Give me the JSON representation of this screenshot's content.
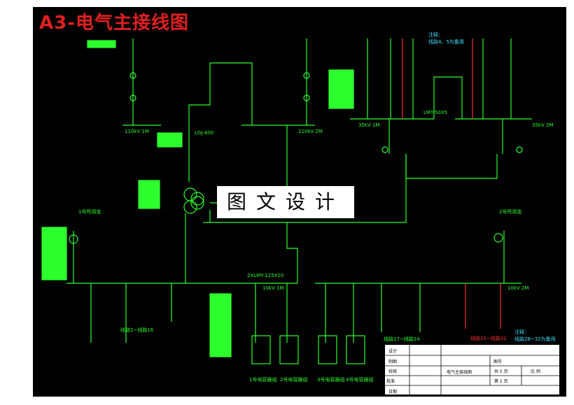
{
  "title": "A3-电气主接线图",
  "watermark": "图文设计",
  "labels": {
    "bus_110_1": "110kV 1M",
    "bus_110_2": "110kV 2M",
    "lgj": "LGJ-400",
    "bus_35_1": "35kV 1M",
    "bus_35_2": "35kV 2M",
    "lmy_35": "LMY-50X5",
    "bus_10_1": "10kV 1M",
    "bus_10_2": "10kV 2M",
    "lmy_10": "2XLMY-125X10",
    "note_35_title": "注释：",
    "note_35": "线路4、5为备用",
    "note_10_title": "注释：",
    "note_10": "线路28~32为备用",
    "feeder_1_16": "线路1~线路16",
    "feeder_17_24": "线路17~线路24",
    "feeder_25_32": "线路25~线路32",
    "cap_1": "1号电容器组",
    "cap_2": "2号电容器组",
    "cap_3": "3号电容器组",
    "cap_4": "4号电容器组",
    "sst_1": "1号所用变",
    "sst_2": "2号所用变"
  },
  "title_block": {
    "design": "设计",
    "draw": "制图",
    "check": "校核",
    "approve": "批准",
    "date": "日期",
    "drawing_no": "图号",
    "drawing_name": "电气主接线图",
    "sheets": "共 5 页",
    "sheet": "第 1 页",
    "scale": "比 例"
  },
  "colors": {
    "line": "#2cff2c",
    "spare": "#ff3030",
    "note": "#40e0ff",
    "title": "#e02020"
  }
}
